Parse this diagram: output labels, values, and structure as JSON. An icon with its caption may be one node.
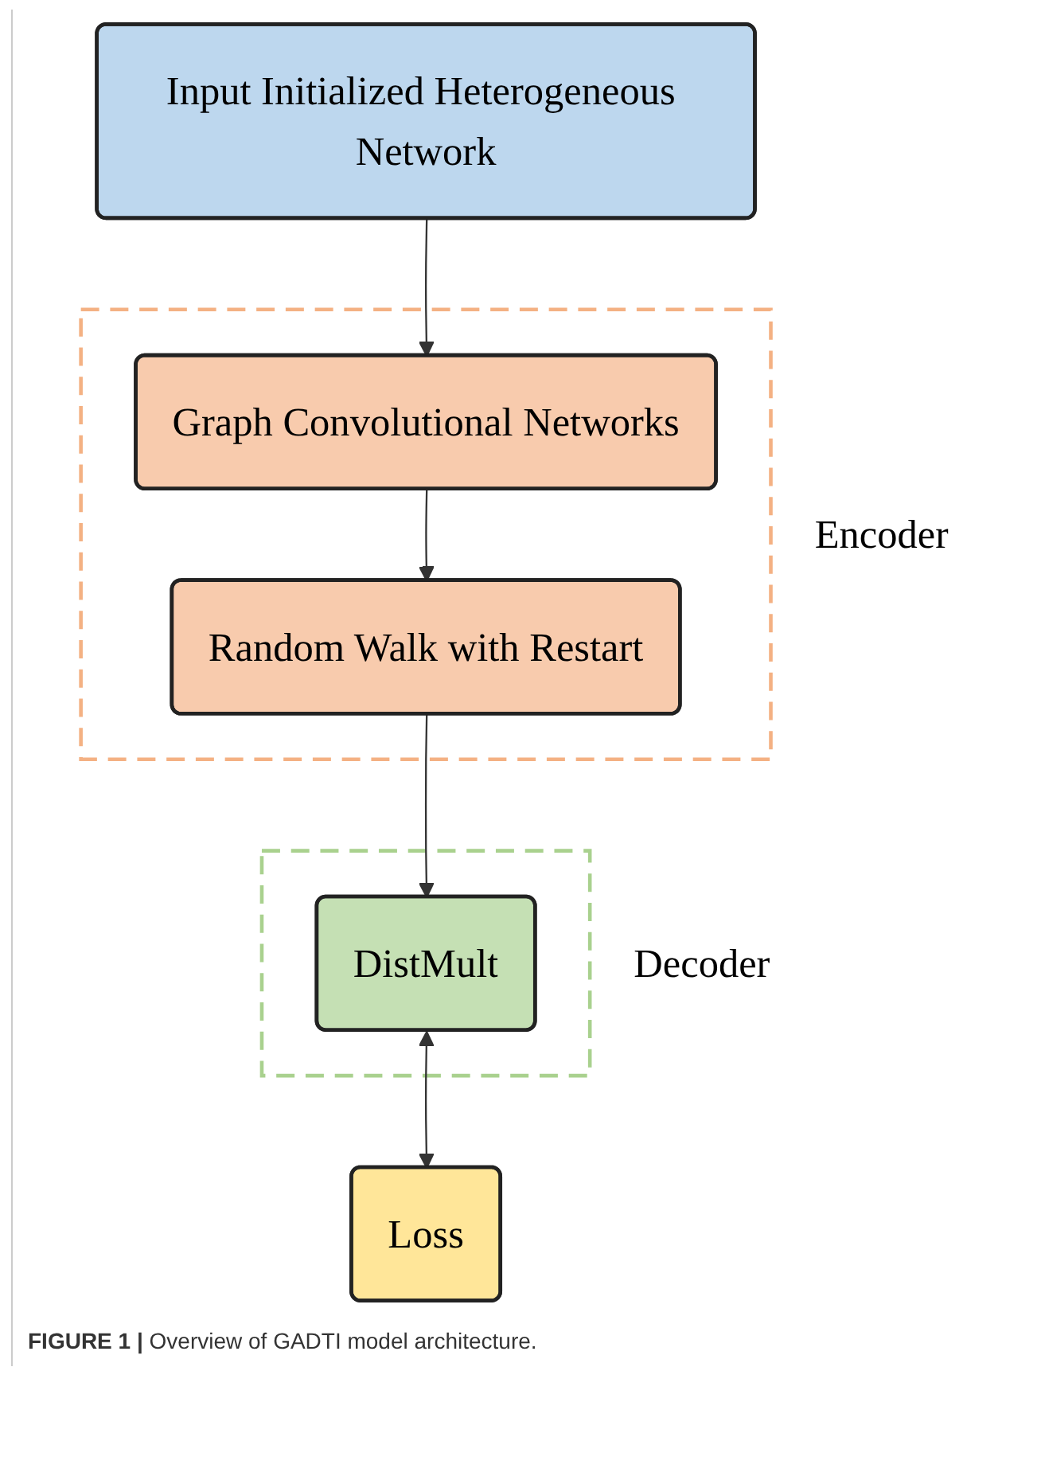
{
  "diagram": {
    "caption": "**FIGURE 1 |** Overview of GADTI model architecture.",
    "nodes": [
      {
        "text": [
          "Input Initialized Heterogeneous Network"
        ]
      },
      {
        "text": [
          "Encoder"
        ]
      },
      {
        "text": [
          "Graph Convolutional Networks"
        ],
        "in": 1
      },
      {
        "text": [
          "Random Walk with Restart"
        ],
        "in": 1
      },
      {
        "text": [
          "Decoder"
        ]
      },
      {
        "text": [
          "DistMult"
        ],
        "in": 4
      },
      {
        "text": [
          "Loss"
        ]
      }
    ],
    "edges": [
      {
        "from": 0,
        "to": 2,
        "arrow": "to"
      },
      {
        "from": 2,
        "to": 3,
        "arrow": "to"
      },
      {
        "from": 3,
        "to": 5,
        "arrow": "to"
      },
      {
        "from": 5,
        "to": 6,
        "arrow": "both"
      }
    ]
  }
}
